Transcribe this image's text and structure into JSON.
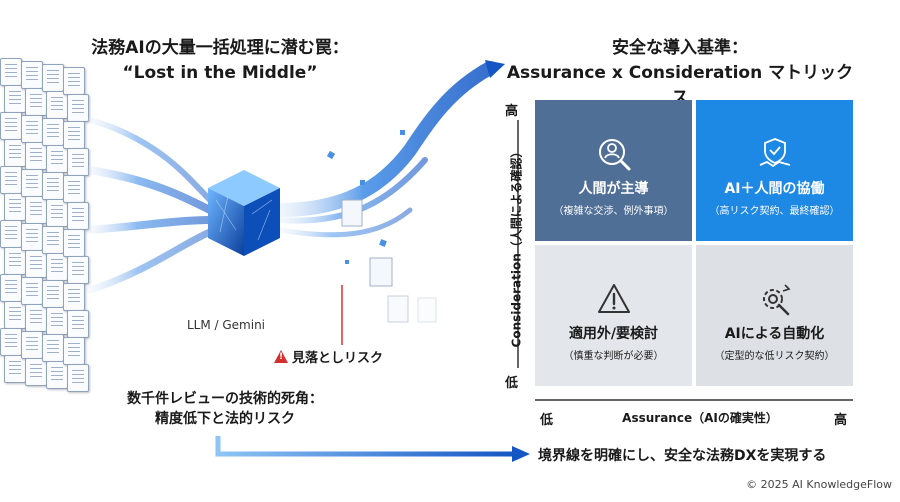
{
  "left_title": {
    "line1": "法務AIの大量一括処理に潜む罠：",
    "line2": "“Lost in the Middle”"
  },
  "right_title": {
    "line1": "安全な導入基準：",
    "line2": "Assurance x Consideration マトリックス"
  },
  "llm_label": "LLM / Gemini",
  "risk_label": "見落としリスク",
  "blind_spot": {
    "line1": "数千件レビューの技術的死角：",
    "line2": "精度低下と法的リスク"
  },
  "matrix": {
    "y_axis": {
      "label": "Consideration（人間による確認）",
      "high": "高",
      "low": "低"
    },
    "x_axis": {
      "label": "Assurance（AIの確実性）",
      "low": "低",
      "high": "高"
    },
    "cells": {
      "top_left": {
        "title": "人間が主導",
        "subtitle": "（複雑な交渉、例外事項）",
        "icon": "person-search-icon"
      },
      "top_right": {
        "title": "AI＋人間の協働",
        "subtitle": "（高リスク契約、最終確認）",
        "icon": "handshake-shield-icon"
      },
      "bottom_left": {
        "title": "適用外/要検討",
        "subtitle": "（慎重な判断が必要）",
        "icon": "warning-icon"
      },
      "bottom_right": {
        "title": "AIによる自動化",
        "subtitle": "（定型的な低リスク契約）",
        "icon": "gear-automation-icon"
      }
    },
    "colors": {
      "top_left": "#4f6f96",
      "top_right": "#1e88e5",
      "bottom_left": "#e3e6ea",
      "bottom_right": "#dde1e6"
    }
  },
  "conclusion": "境界線を明確にし、安全な法務DXを実現する",
  "copyright": "© 2025 AI KnowledgeFlow",
  "accent_color": "#1e6fd9"
}
